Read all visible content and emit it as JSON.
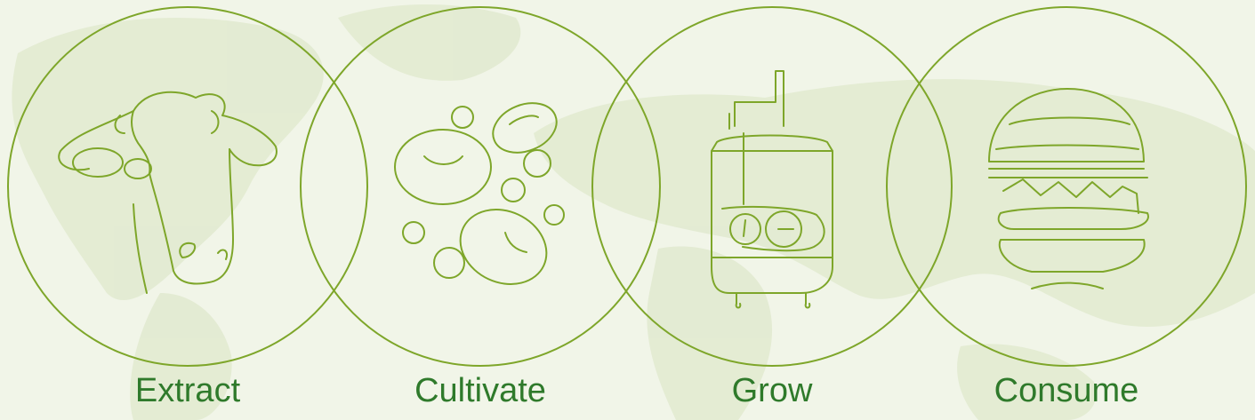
{
  "colors": {
    "background": "#f1f5e8",
    "map": "#dfe8cc",
    "stroke": "#7ea62a",
    "label": "#2f7a2b"
  },
  "steps": [
    {
      "label": "Extract",
      "icon": "cow-icon"
    },
    {
      "label": "Cultivate",
      "icon": "cells-icon"
    },
    {
      "label": "Grow",
      "icon": "bioreactor-icon"
    },
    {
      "label": "Consume",
      "icon": "burger-icon"
    }
  ]
}
